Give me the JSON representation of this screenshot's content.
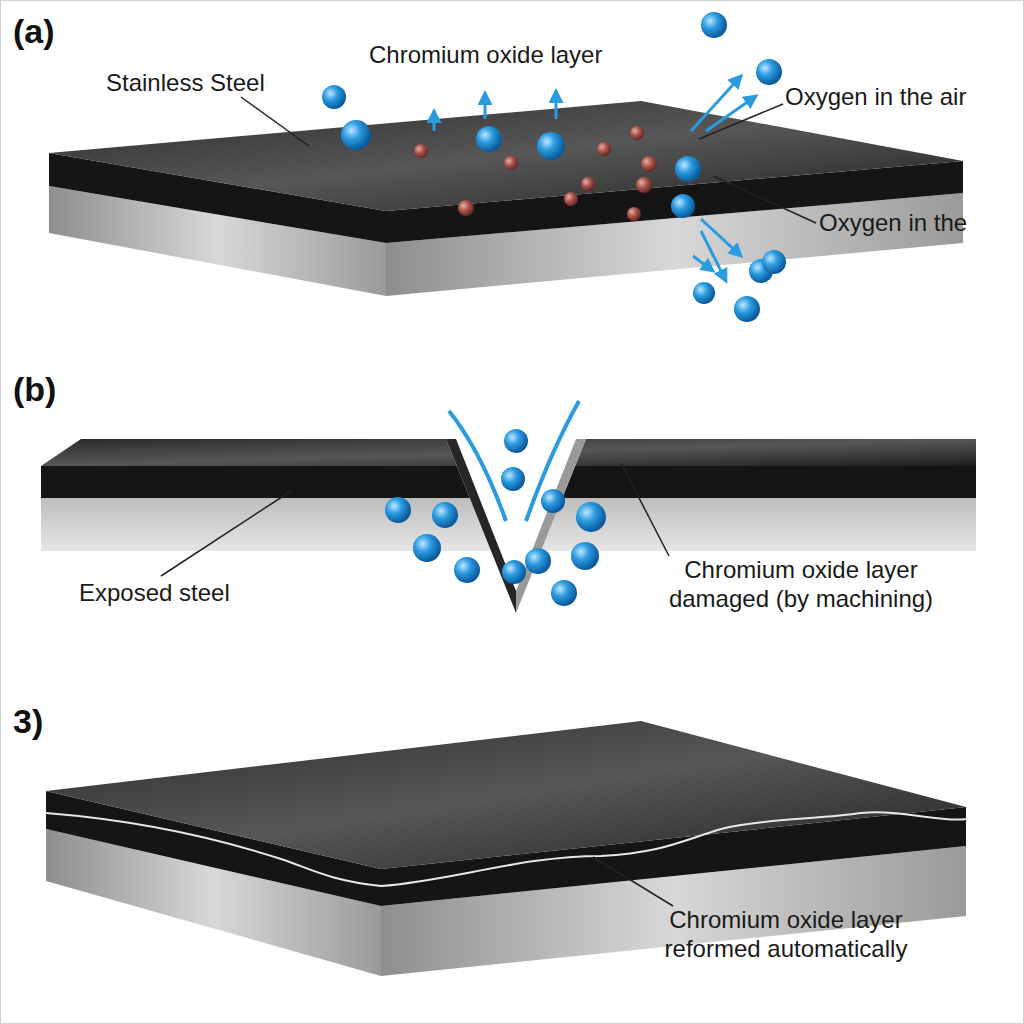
{
  "diagram": {
    "labels": [
      "(a)",
      "Chromium oxide layer",
      "Stainless Steel",
      "Oxygen in the air",
      "Oxygen in the",
      "(b)",
      "Exposed steel",
      "Chromium oxide layer damaged (by machining)",
      "3)",
      "Chromium oxide layer reformed automatically"
    ]
  }
}
